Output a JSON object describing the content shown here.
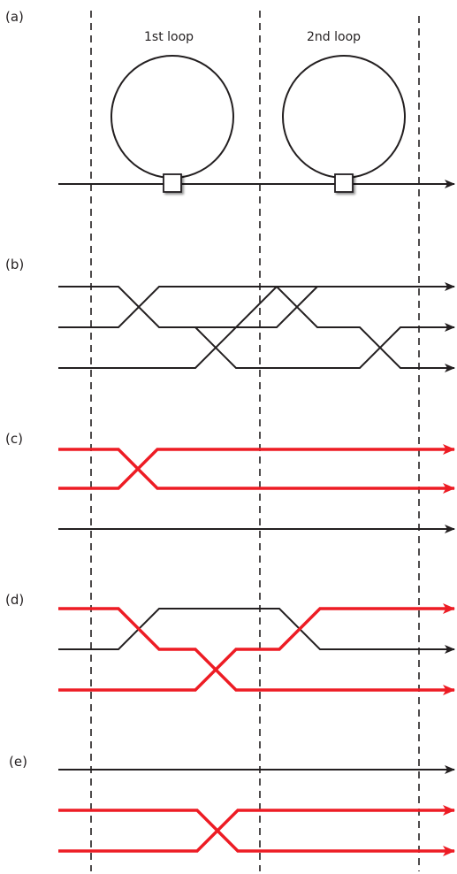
{
  "panels": {
    "a": {
      "label": "(a)"
    },
    "b": {
      "label": "(b)"
    },
    "c": {
      "label": "(c)"
    },
    "d": {
      "label": "(d)"
    },
    "e": {
      "label": "(e)"
    }
  },
  "loops": {
    "first": "1st loop",
    "second": "2nd loop"
  },
  "colors": {
    "line": "#231f20",
    "highlight": "#ed1c24",
    "coupler_bar": "#231f20",
    "background": "#ffffff"
  }
}
